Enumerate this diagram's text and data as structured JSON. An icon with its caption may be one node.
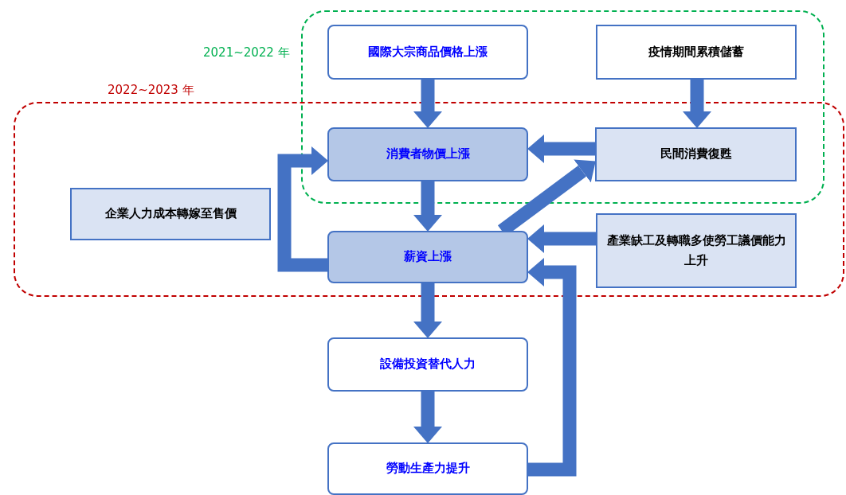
{
  "diagram": {
    "nodes": [
      {
        "text": [
          "2021~2022 年"
        ]
      },
      {
        "text": [
          "2022~2023 年"
        ]
      },
      {
        "text": [
          "國際大宗商品價格上漲"
        ],
        "in": 0
      },
      {
        "text": [
          "疫情期間累積儲蓄"
        ],
        "in": 0
      },
      {
        "text": [
          "消費者物價上漲"
        ]
      },
      {
        "text": [
          "民間消費復甦"
        ]
      },
      {
        "text": [
          "企業人力成本轉嫁至售價"
        ],
        "in": 1
      },
      {
        "text": [
          "薪資上漲"
        ],
        "in": 1
      },
      {
        "text": [
          "產業缺工及轉職多使勞工議價能力上升"
        ],
        "in": 1
      },
      {
        "text": [
          "設備投資替代人力"
        ]
      },
      {
        "text": [
          "勞動生產力提升"
        ]
      }
    ],
    "edges": [
      {
        "from": 2,
        "to": 4,
        "arrow": "to"
      },
      {
        "from": 3,
        "to": 5,
        "arrow": "to"
      },
      {
        "from": 5,
        "to": 4,
        "arrow": "to"
      },
      {
        "from": 4,
        "to": 7,
        "arrow": "to"
      },
      {
        "from": 7,
        "to": 5,
        "arrow": "to"
      },
      {
        "from": 7,
        "to": 4,
        "arrow": "to"
      },
      {
        "from": 8,
        "to": 7,
        "arrow": "to"
      },
      {
        "from": 10,
        "to": 7,
        "arrow": "to"
      },
      {
        "from": 7,
        "to": 9,
        "arrow": "to"
      },
      {
        "from": 9,
        "to": 10,
        "arrow": "to"
      }
    ]
  }
}
